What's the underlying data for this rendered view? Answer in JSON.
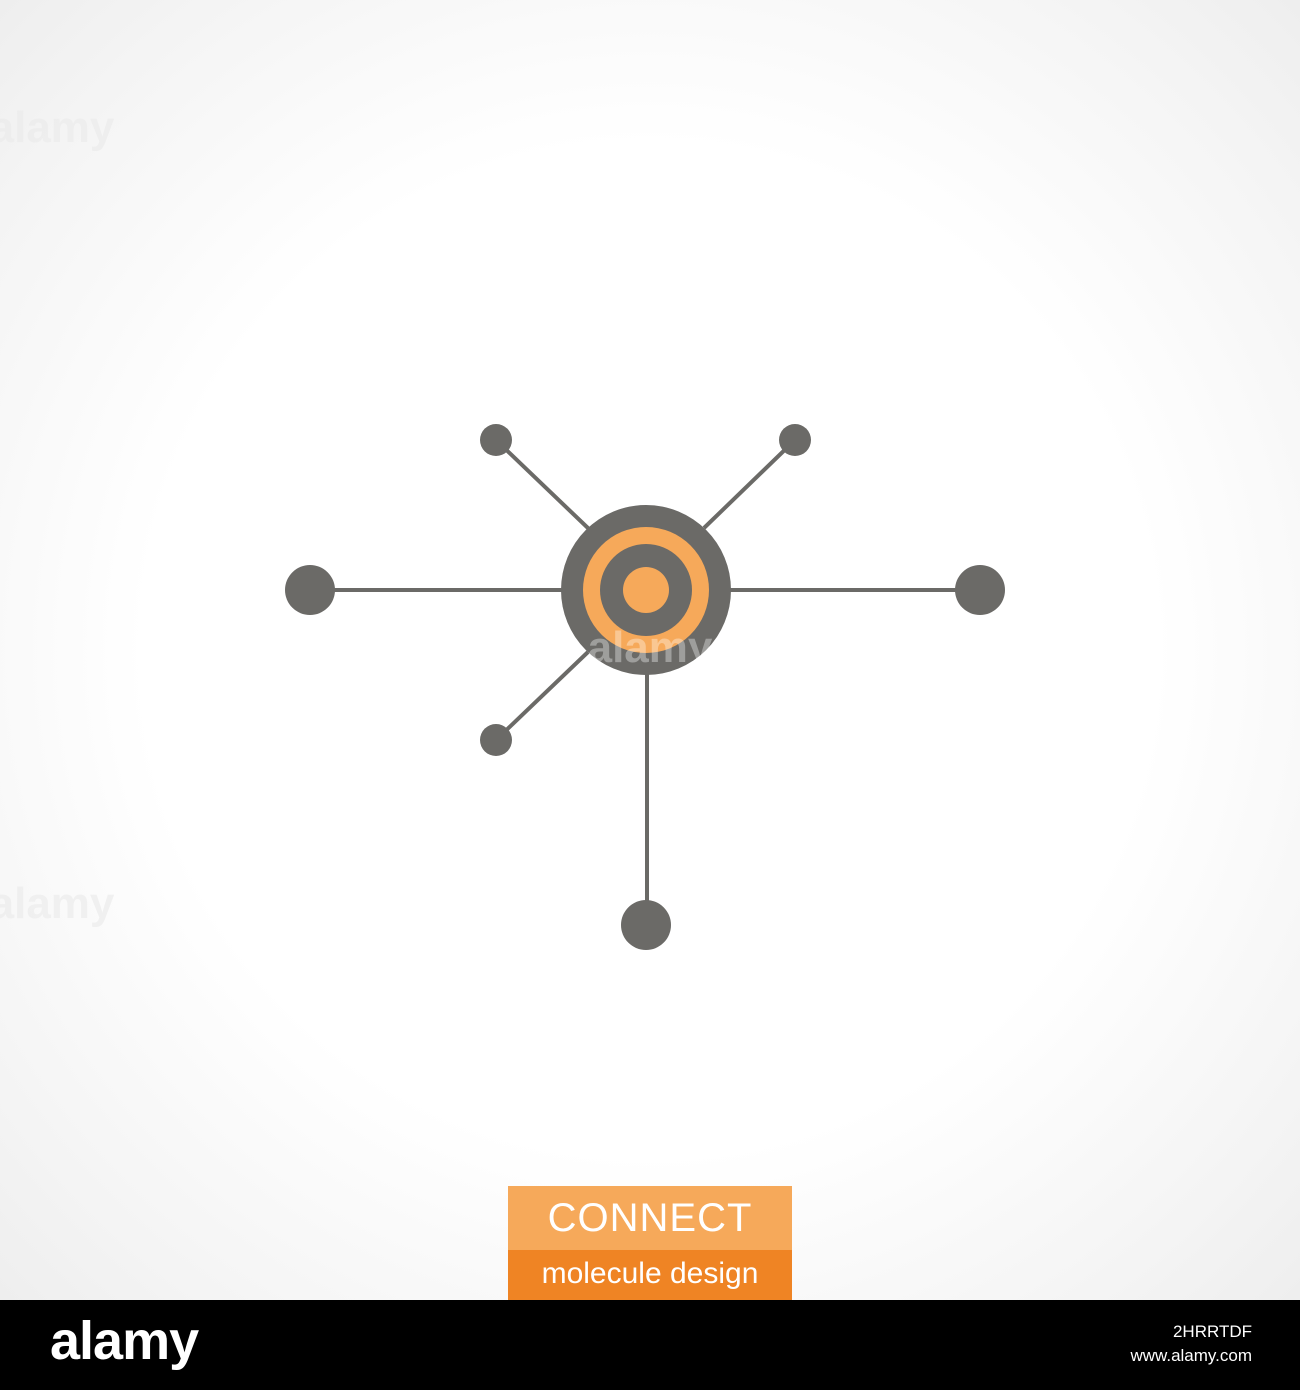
{
  "colors": {
    "atom": "#6b6a67",
    "accent_light": "#f6a95a",
    "accent_dark": "#ef8424",
    "footer_bg": "#000000"
  },
  "label": {
    "title": "CONNECT",
    "subtitle": "molecule design"
  },
  "footer": {
    "logo": "alamy",
    "image_id": "2HRRTDF",
    "site": "www.alamy.com"
  },
  "watermark": "alamy"
}
